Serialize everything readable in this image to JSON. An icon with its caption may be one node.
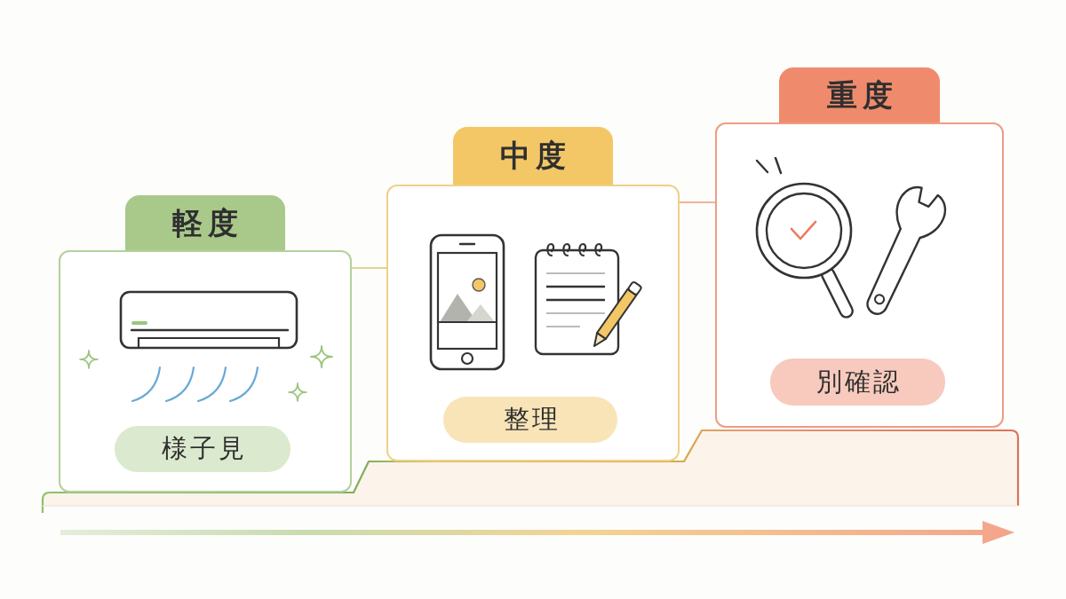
{
  "diagram": {
    "nodes": [
      {
        "text": [
          "軽度"
        ]
      },
      {
        "text": [
          "様子見"
        ],
        "in": 0
      },
      {
        "text": [
          "中度"
        ]
      },
      {
        "text": [
          "整理"
        ],
        "in": 2
      },
      {
        "text": [
          "重度"
        ]
      },
      {
        "text": [
          "別確認"
        ],
        "in": 4
      }
    ],
    "edges": [
      {
        "from": 0,
        "to": 2,
        "arrow": "none",
        "color": "#dcd596"
      },
      {
        "from": 2,
        "to": 4,
        "arrow": "none",
        "color": "#f2b39a"
      }
    ]
  }
}
